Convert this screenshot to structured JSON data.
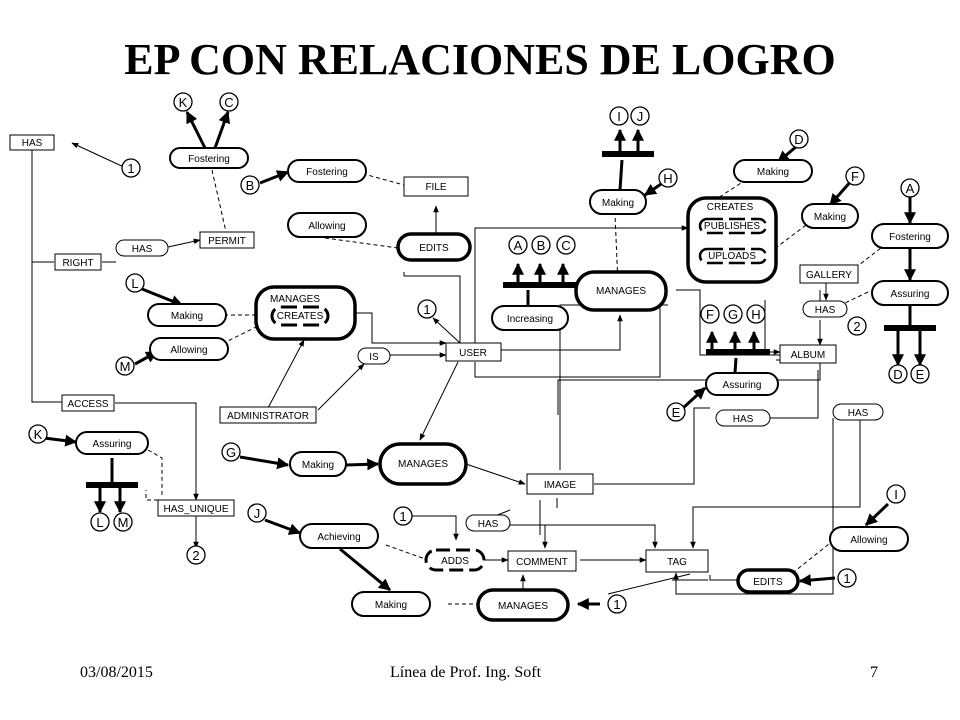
{
  "title": "EP CON RELACIONES DE LOGRO",
  "footer": {
    "date": "03/08/2015",
    "center": "Línea de Prof. Ing. Soft",
    "page": "7"
  },
  "diagram": {
    "entities": {
      "has_top": "HAS",
      "file": "FILE",
      "permit": "PERMIT",
      "right": "RIGHT",
      "access": "ACCESS",
      "has_unique": "HAS_UNIQUE",
      "administrator": "ADMINISTRATOR",
      "user": "USER",
      "image": "IMAGE",
      "comment": "COMMENT",
      "tag": "TAG",
      "album": "ALBUM",
      "gallery": "GALLERY"
    },
    "relations": {
      "has_right": "HAS",
      "edits_top": "EDITS",
      "manages_creates_outer": "MANAGES",
      "manages_creates_inner": "CREATES",
      "is": "IS",
      "manages_mid": "MANAGES",
      "manages_image": "MANAGES",
      "creates_group": "CREATES",
      "publishes_group": "PUBLISHES",
      "uploads_group": "UPLOADS",
      "has_gallery": "HAS",
      "has_album": "HAS",
      "has_image": "HAS",
      "has_tag": "HAS",
      "adds": "ADDS",
      "manages_bottom": "MANAGES",
      "edits_bottom": "EDITS"
    },
    "goals": {
      "fostering_kc": "Fostering",
      "fostering_b": "Fostering",
      "allowing_b": "Allowing",
      "making_l": "Making",
      "allowing_m": "Allowing",
      "increasing": "Increasing",
      "making_h": "Making",
      "making_d": "Making",
      "making_f": "Making",
      "fostering_a": "Fostering",
      "assuring_a": "Assuring",
      "assuring_e": "Assuring",
      "assuring_k": "Assuring",
      "making_g": "Making",
      "achieving_j": "Achieving",
      "making_bottom": "Making",
      "allowing_i": "Allowing"
    },
    "circles": {
      "k_top": "K",
      "c_top": "C",
      "one_has": "1",
      "b": "B",
      "l": "L",
      "m": "M",
      "one_user": "1",
      "a_inc": "A",
      "b_inc": "B",
      "c_inc": "C",
      "i_top": "I",
      "j_top": "J",
      "h_making": "H",
      "d": "D",
      "f": "F",
      "a_right": "A",
      "d_bot": "D",
      "e_bot": "E",
      "two_album": "2",
      "f_grp": "F",
      "g_grp": "G",
      "h_grp": "H",
      "e_assuring": "E",
      "k_left": "K",
      "l_bot": "L",
      "m_bot": "M",
      "two_unique": "2",
      "g": "G",
      "j": "J",
      "one_adds": "1",
      "one_manages": "1",
      "i_allow": "I",
      "one_edits": "1"
    }
  }
}
